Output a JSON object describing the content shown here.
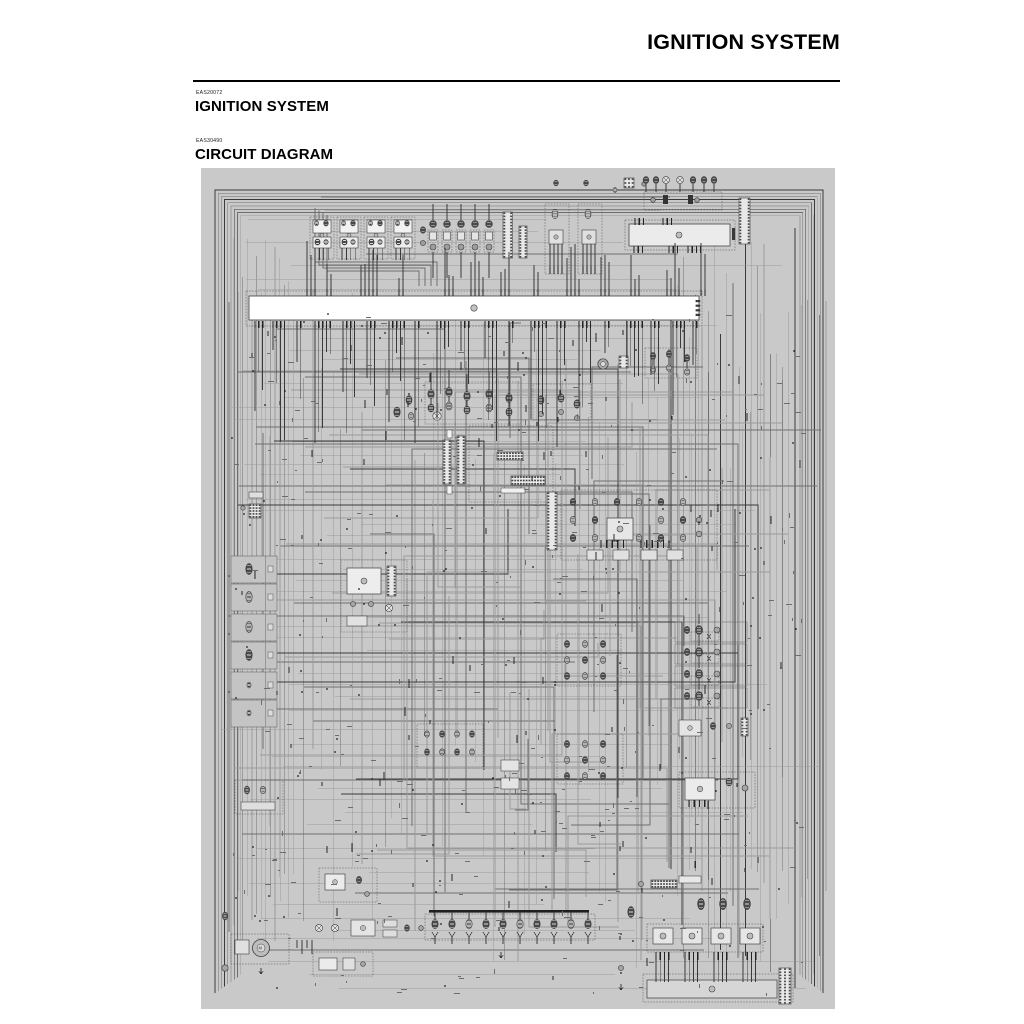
{
  "page": {
    "running_head": "IGNITION SYSTEM",
    "background_color": "#ffffff"
  },
  "sections": [
    {
      "code": "EAS20072",
      "title": "IGNITION SYSTEM"
    },
    {
      "code": "EAS30490",
      "title": "CIRCUIT DIAGRAM"
    }
  ],
  "diagram": {
    "name": "ignition-system-circuit-diagram",
    "background_color": "#c9c9c9",
    "wire_color_dark": "#3a3a3a",
    "wire_color_mid": "#6e6e6e",
    "wire_color_light": "#9a9a9a",
    "component_fill": "#b3b3b3",
    "component_stroke": "#3d3d3d",
    "ecu_block_fill": "#ffffff",
    "description": "Dense grayscale motorcycle wiring schematic with relay bank, ECU connector strip, coil groups, fuse box and ground symbols",
    "blocks": {
      "ecu_main_label": "",
      "relay_count": 4,
      "coil_group_count": 4,
      "left_connector_column_count": 6
    }
  }
}
